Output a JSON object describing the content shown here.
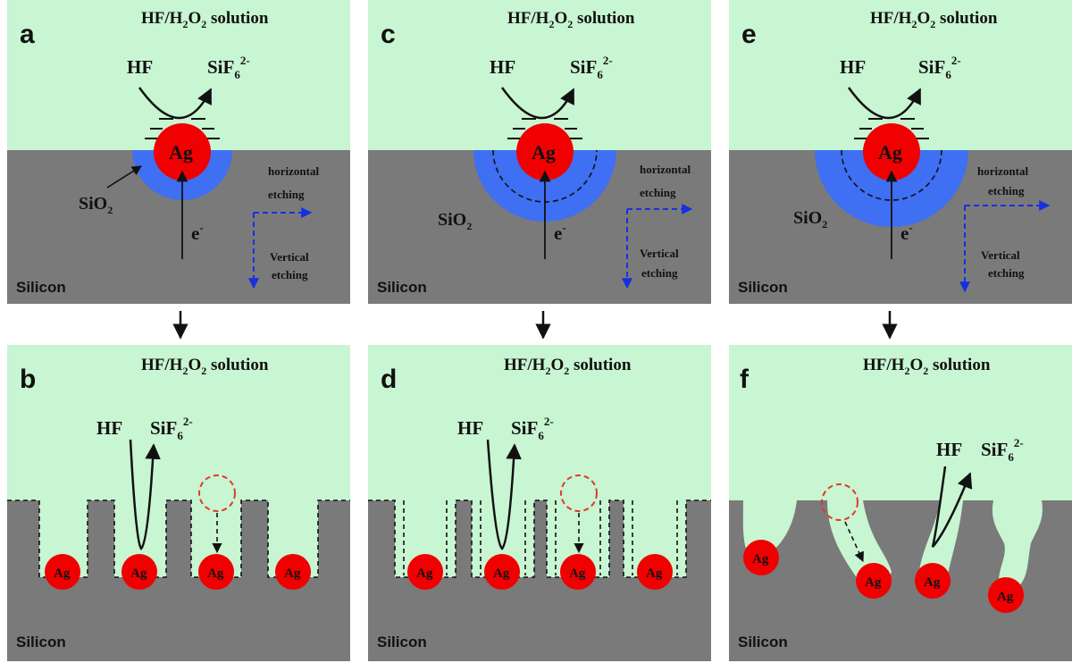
{
  "panels": {
    "a": {
      "letter": "a",
      "solution": "HF/H",
      "solution_sub": "2",
      "solution_mid": "O",
      "solution_sub2": "2",
      "solution_tail": " solution",
      "hf": "HF",
      "sif": "SiF",
      "sif_sub": "6",
      "sif_sup": "2-",
      "ag": "Ag",
      "sio2": "SiO",
      "sio2_sub": "2",
      "electron": "e",
      "electron_sup": "-",
      "horiz1": "horizontal",
      "horiz2": "etching",
      "vert1": "Vertical",
      "vert2": "etching",
      "silicon": "Silicon"
    },
    "c": {
      "letter": "c",
      "solution": "HF/H",
      "solution_sub": "2",
      "solution_mid": "O",
      "solution_sub2": "2",
      "solution_tail": " solution",
      "hf": "HF",
      "sif": "SiF",
      "sif_sub": "6",
      "sif_sup": "2-",
      "ag": "Ag",
      "sio2": "SiO",
      "sio2_sub": "2",
      "electron": "e",
      "electron_sup": "-",
      "horiz1": "horizontal",
      "horiz2": "etching",
      "vert1": "Vertical",
      "vert2": "etching",
      "silicon": "Silicon"
    },
    "e": {
      "letter": "e",
      "solution": "HF/H",
      "solution_sub": "2",
      "solution_mid": "O",
      "solution_sub2": "2",
      "solution_tail": " solution",
      "hf": "HF",
      "sif": "SiF",
      "sif_sub": "6",
      "sif_sup": "2-",
      "ag": "Ag",
      "sio2": "SiO",
      "sio2_sub": "2",
      "electron": "e",
      "electron_sup": "-",
      "horiz1": "horizontal",
      "horiz2": "etching",
      "vert1": "Vertical",
      "vert2": "etching",
      "silicon": "Silicon"
    },
    "b": {
      "letter": "b",
      "solution": "HF/H",
      "solution_sub": "2",
      "solution_mid": "O",
      "solution_sub2": "2",
      "solution_tail": " solution",
      "hf": "HF",
      "sif": "SiF",
      "sif_sub": "6",
      "sif_sup": "2-",
      "ag": "Ag",
      "silicon": "Silicon"
    },
    "d": {
      "letter": "d",
      "solution": "HF/H",
      "solution_sub": "2",
      "solution_mid": "O",
      "solution_sub2": "2",
      "solution_tail": " solution",
      "hf": "HF",
      "sif": "SiF",
      "sif_sub": "6",
      "sif_sup": "2-",
      "ag": "Ag",
      "silicon": "Silicon"
    },
    "f": {
      "letter": "f",
      "solution": "HF/H",
      "solution_sub": "2",
      "solution_mid": "O",
      "solution_sub2": "2",
      "solution_tail": " solution",
      "hf": "HF",
      "sif": "SiF",
      "sif_sub": "6",
      "sif_sup": "2-",
      "ag": "Ag",
      "silicon": "Silicon"
    }
  },
  "colors": {
    "solution": "#c8f5d2",
    "silicon": "#7a7a7a",
    "silver": "#f00000",
    "oxide": "#3f6ff2",
    "arrow_blue": "#1530e0",
    "ghost_circle": "#e03a2a"
  }
}
